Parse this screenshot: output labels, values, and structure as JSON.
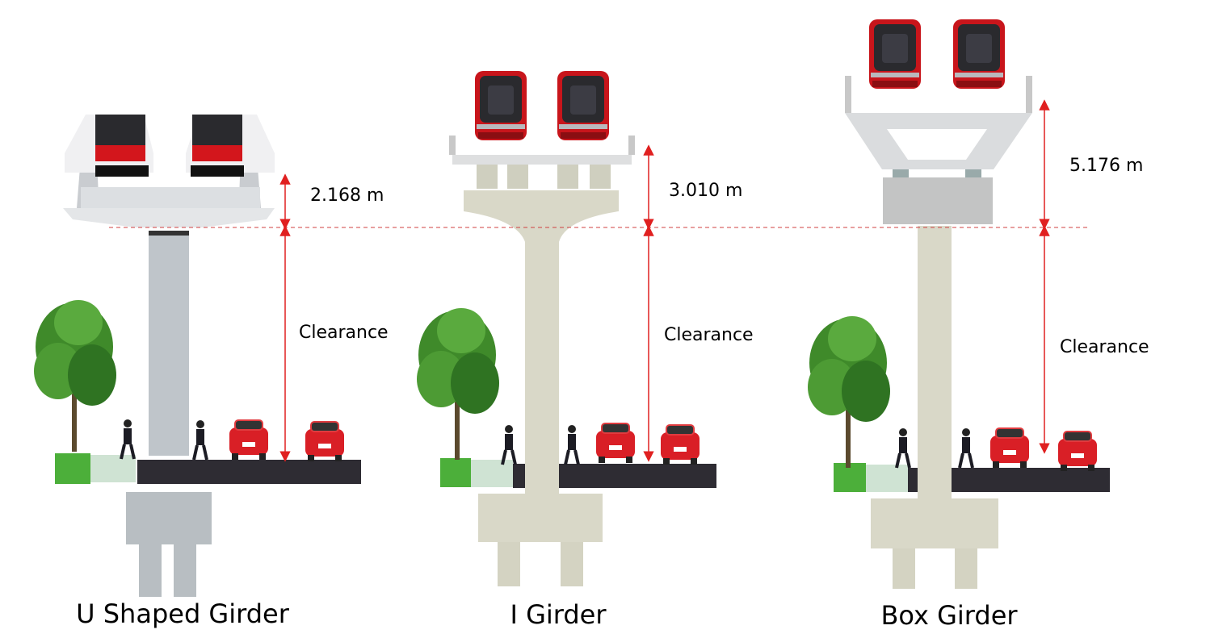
{
  "captions": {
    "u_girder": "U Shaped Girder",
    "i_girder": "I Girder",
    "box_girder": "Box Girder"
  },
  "dimensions": {
    "u_girder_depth": "2.168 m",
    "i_girder_depth": "3.010 m",
    "box_girder_depth": "5.176 m"
  },
  "clearance_label": "Clearance",
  "colors": {
    "dimension_arrow": "#e02020",
    "reference_line": "#d04040",
    "concrete_light": "#d9d8c8",
    "concrete_grey": "#b8bec2",
    "road": "#2e2c33",
    "grass": "#4caf3a",
    "car": "#d91f26",
    "train_red": "#c8151b",
    "train_dark": "#2a2a2e"
  },
  "icons": [
    "train-front-icon",
    "tree-icon",
    "car-icon",
    "pedestrian-icon"
  ]
}
